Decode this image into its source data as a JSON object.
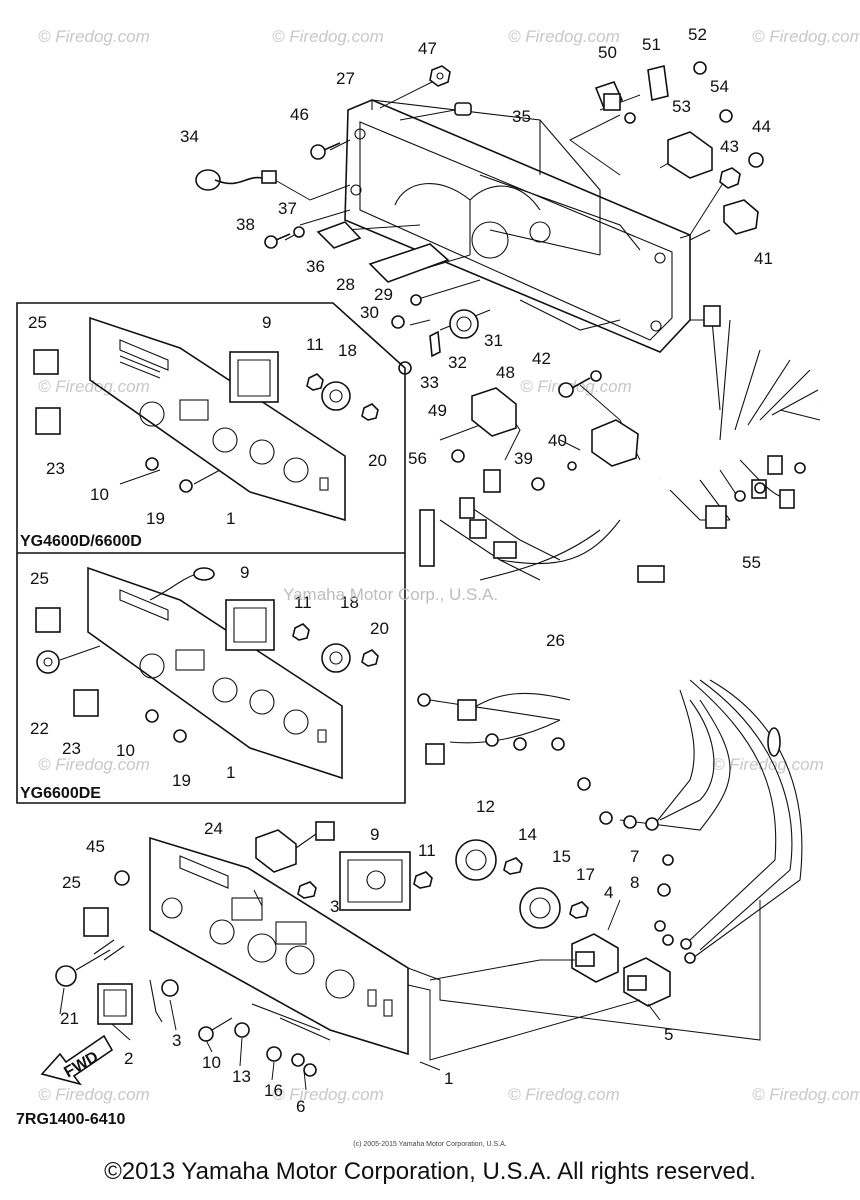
{
  "watermark": {
    "site": "© Firedog.com",
    "center": "Yamaha Motor Corp., U.S.A.",
    "tiny_credit": "(c) 2005-2015 Yamaha Motor Corporation, U.S.A."
  },
  "panels": {
    "upper_caption": "YG4600D/6600D",
    "lower_caption": "YG6600DE"
  },
  "diagram_code": "7RG1400-6410",
  "fwd_label": "FWD",
  "footer": "©2013 Yamaha Motor Corporation, U.S.A. All rights reserved.",
  "callouts": {
    "c1a": "1",
    "c1b": "1",
    "c1c": "1",
    "c2": "2",
    "c3a": "3",
    "c3b": "3",
    "c4": "4",
    "c5": "5",
    "c6": "6",
    "c7": "7",
    "c8": "8",
    "c9a": "9",
    "c9b": "9",
    "c9c": "9",
    "c10a": "10",
    "c10b": "10",
    "c10c": "10",
    "c11a": "11",
    "c11b": "11",
    "c11c": "11",
    "c12": "12",
    "c13": "13",
    "c14": "14",
    "c15": "15",
    "c16": "16",
    "c17": "17",
    "c18a": "18",
    "c18b": "18",
    "c19a": "19",
    "c19b": "19",
    "c20a": "20",
    "c20b": "20",
    "c21": "21",
    "c22": "22",
    "c23a": "23",
    "c23b": "23",
    "c24": "24",
    "c25a": "25",
    "c25b": "25",
    "c25c": "25",
    "c26": "26",
    "c27": "27",
    "c28": "28",
    "c29": "29",
    "c30": "30",
    "c31": "31",
    "c32": "32",
    "c33": "33",
    "c34": "34",
    "c35": "35",
    "c36": "36",
    "c37": "37",
    "c38": "38",
    "c39": "39",
    "c40": "40",
    "c41": "41",
    "c42": "42",
    "c43": "43",
    "c44": "44",
    "c45": "45",
    "c46": "46",
    "c47": "47",
    "c48": "48",
    "c49": "49",
    "c50": "50",
    "c51": "51",
    "c52": "52",
    "c53": "53",
    "c54": "54",
    "c55": "55",
    "c56": "56"
  }
}
